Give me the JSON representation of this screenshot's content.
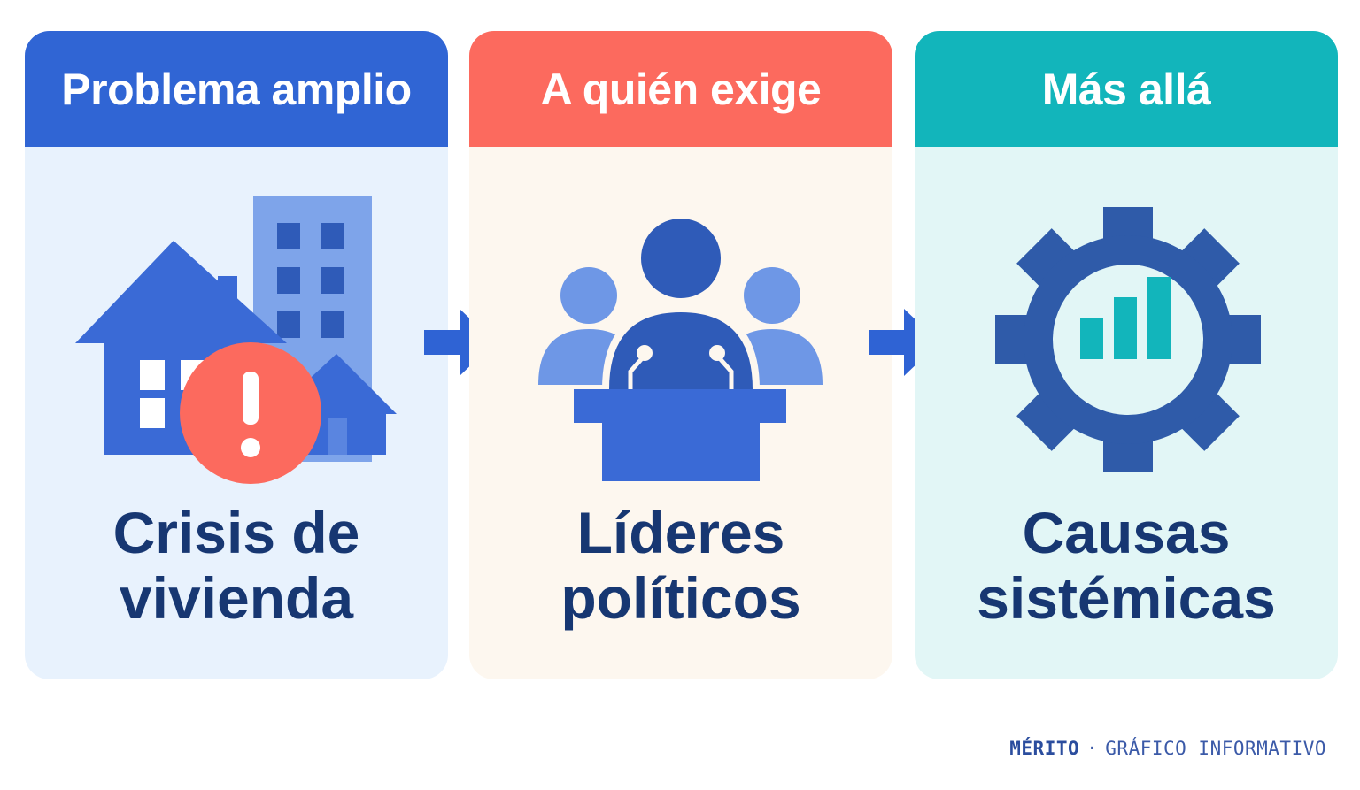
{
  "steps": [
    {
      "header": "Problema amplio",
      "label_line1": "Crisis de",
      "label_line2": "vivienda",
      "icon": "housing-alert-icon"
    },
    {
      "header": "A quién exige",
      "label_line1": "Líderes",
      "label_line2": "políticos",
      "icon": "politicians-podium-icon"
    },
    {
      "header": "Más allá",
      "label_line1": "Causas",
      "label_line2": "sistémicas",
      "icon": "gear-chart-icon"
    }
  ],
  "connector_icon": "arrow-right-icon",
  "footer": {
    "brand": "MÉRITO",
    "separator": "·",
    "caption": "GRÁFICO INFORMATIVO"
  },
  "colors": {
    "blue_header": "#3065d4",
    "coral_header": "#fc6a5e",
    "teal_header": "#12b5bb",
    "label_text": "#173772"
  }
}
